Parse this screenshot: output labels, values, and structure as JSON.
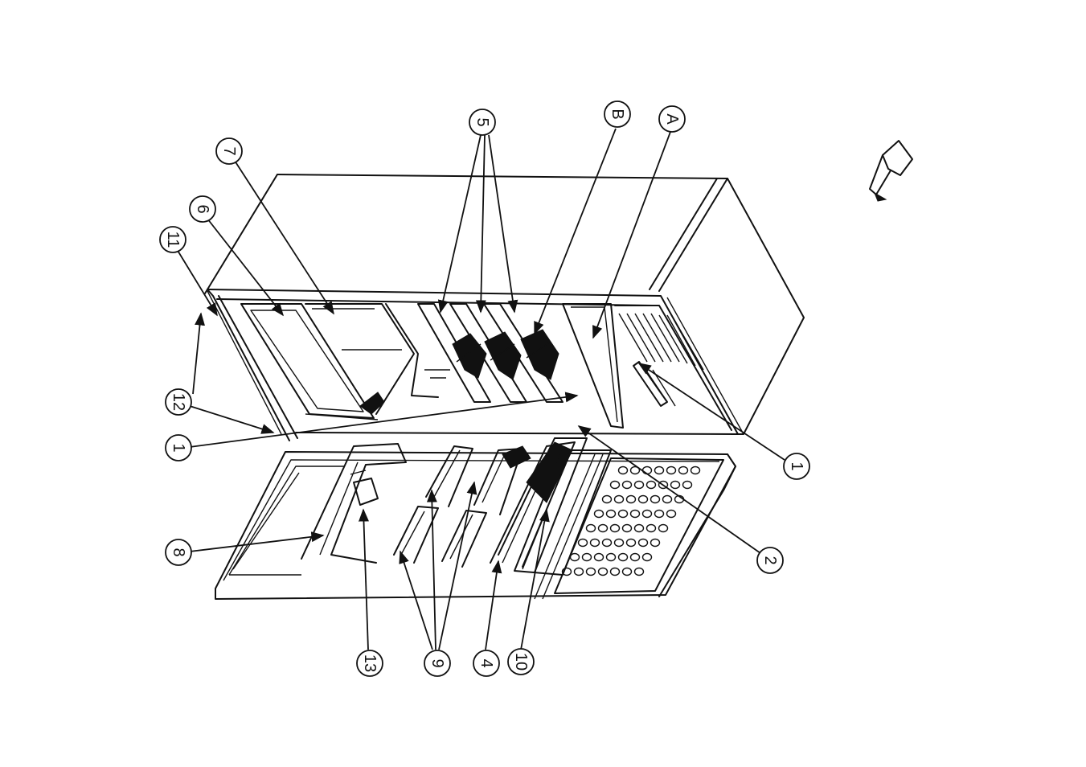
{
  "diagram": {
    "callouts": [
      {
        "id": "c5",
        "label": "5"
      },
      {
        "id": "cB",
        "label": "B"
      },
      {
        "id": "cA",
        "label": "A"
      },
      {
        "id": "c7",
        "label": "7"
      },
      {
        "id": "c6",
        "label": "6"
      },
      {
        "id": "c11",
        "label": "11"
      },
      {
        "id": "c12",
        "label": "12"
      },
      {
        "id": "c1a",
        "label": "1"
      },
      {
        "id": "c1b",
        "label": "1"
      },
      {
        "id": "c2",
        "label": "2"
      },
      {
        "id": "c8",
        "label": "8"
      },
      {
        "id": "c13",
        "label": "13"
      },
      {
        "id": "c9",
        "label": "9"
      },
      {
        "id": "c4",
        "label": "4"
      },
      {
        "id": "c10",
        "label": "10"
      }
    ]
  }
}
